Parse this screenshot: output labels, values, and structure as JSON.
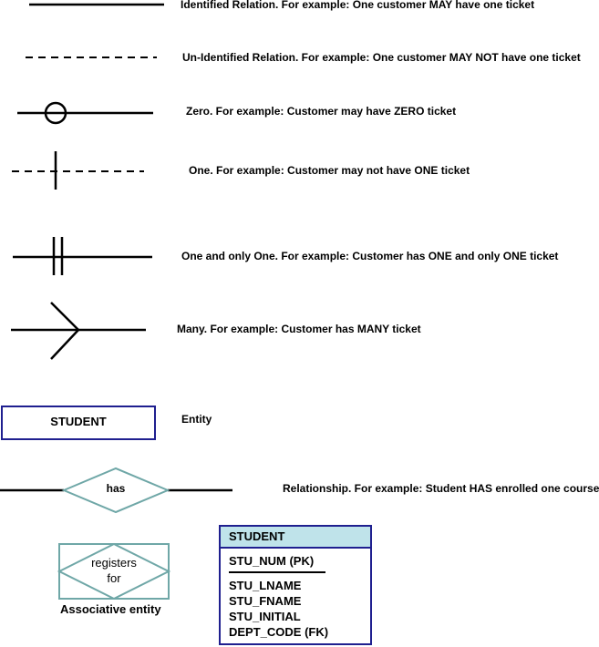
{
  "legend": {
    "identified_relation": "Identified Relation. For example: One customer MAY have one ticket",
    "unidentified_relation": "Un-Identified Relation. For example: One customer MAY NOT have one ticket",
    "zero": "Zero. For example: Customer may have ZERO ticket",
    "one": "One. For example: Customer may not have ONE ticket",
    "one_and_only_one": "One and only One. For example: Customer has ONE and only ONE ticket",
    "many": "Many. For example: Customer has MANY ticket",
    "entity": "Entity",
    "relationship": "Relationship. For example: Student HAS enrolled one course",
    "associative_entity": "Associative entity"
  },
  "shapes": {
    "entity_label": "STUDENT",
    "relationship_label": "has",
    "associative_label_line1": "registers",
    "associative_label_line2": "for"
  },
  "student_table": {
    "title": "STUDENT",
    "primary_key": "STU_NUM  (PK)",
    "attributes": [
      "STU_LNAME",
      "STU_FNAME",
      "STU_INITIAL",
      "DEPT_CODE (FK)"
    ]
  },
  "colors": {
    "table_header_fill": "#bfe3ea",
    "table_border": "#1f1f8f",
    "entity_border": "#1f1f8f",
    "diamond_border": "#6fa7a7",
    "line": "#000000"
  }
}
